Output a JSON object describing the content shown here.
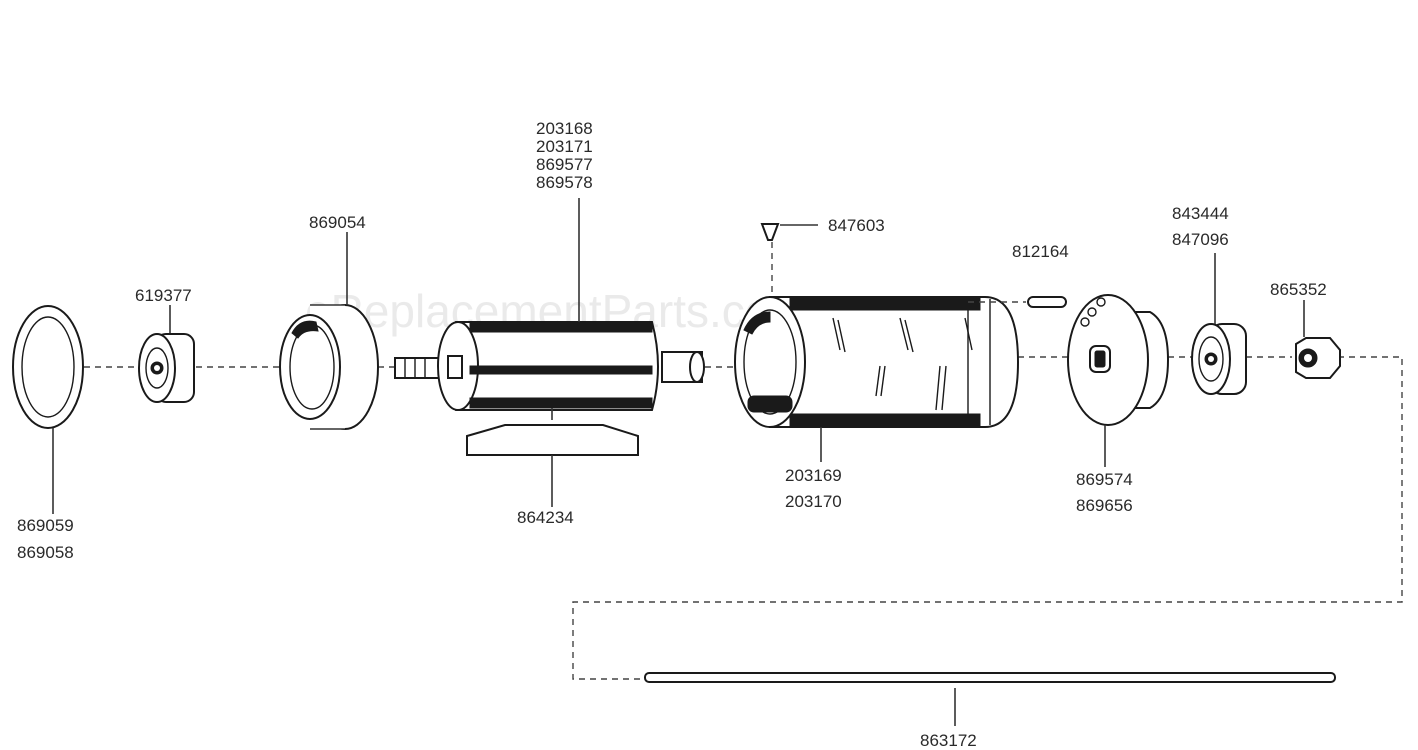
{
  "watermark": "eReplacementParts.com",
  "labels": {
    "ring_a": "869059",
    "ring_b": "869058",
    "bearing_left": "619377",
    "housing_left": "869054",
    "rotor_a": "203168",
    "rotor_b": "203171",
    "rotor_c": "869577",
    "rotor_d": "869578",
    "vane": "864234",
    "screw": "847603",
    "cylinder_a": "203169",
    "cylinder_b": "203170",
    "pin": "812164",
    "endplate_a": "869574",
    "endplate_b": "869656",
    "bearing_right_a": "843444",
    "bearing_right_b": "847096",
    "nut": "865352",
    "rod": "863172"
  }
}
